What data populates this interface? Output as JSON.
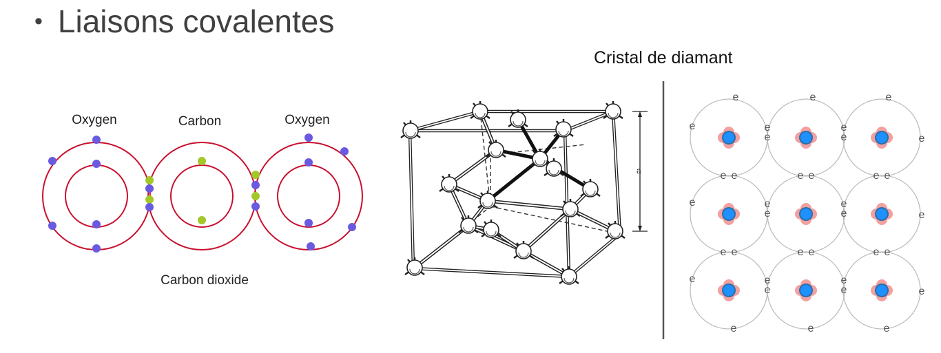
{
  "slide": {
    "bullet": "•",
    "title": "Liaisons covalentes"
  },
  "co2": {
    "atom_labels": [
      "Oxygen",
      "Carbon",
      "Oxygen"
    ],
    "caption": "Carbon dioxide",
    "orbit_color": "#c8102e",
    "oxygen_electron_color": "#6a5ae0",
    "carbon_electron_color": "#a3c82a"
  },
  "diamond": {
    "title": "Cristal de diamant",
    "lattice_label": "a"
  },
  "electron_grid": {
    "electron_symbol": "e",
    "nucleus_color": "#1e90ff",
    "core_color": "#f2a0a0"
  }
}
